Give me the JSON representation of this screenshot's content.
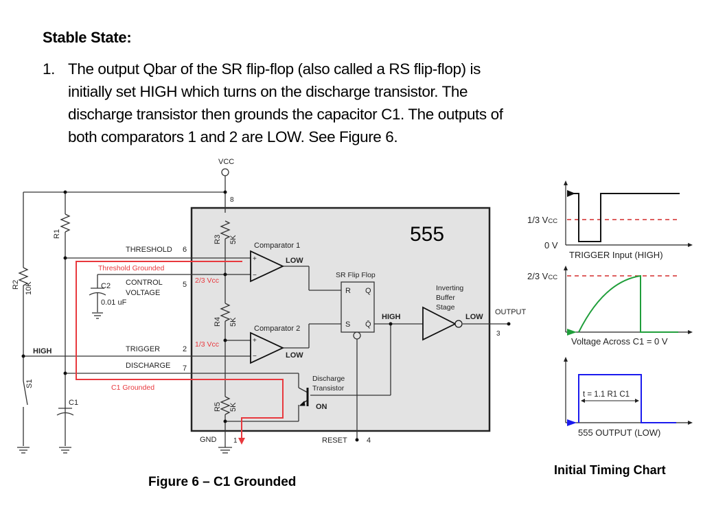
{
  "heading": "Stable State:",
  "item": {
    "number": "1.",
    "lines": [
      "The output Qbar of the SR flip-flop (also called a RS flip-flop) is",
      "initially set HIGH which turns on the discharge transistor. The",
      "discharge transistor then grounds the capacitor C1. The outputs of",
      "both comparators 1 and 2 are LOW. See Figure 6."
    ]
  },
  "figure": {
    "caption": "Figure 6 – C1 Grounded",
    "chip_label": "555",
    "vcc": "VCC",
    "gnd": "GND",
    "pins": {
      "p8": "8",
      "p6": "6",
      "p5": "5",
      "p2": "2",
      "p7": "7",
      "p1": "1",
      "p4": "4",
      "p3": "3"
    },
    "labels": {
      "threshold": "THRESHOLD",
      "control1": "CONTROL",
      "control2": "VOLTAGE",
      "trigger": "TRIGGER",
      "discharge": "DISCHARGE",
      "reset": "RESET",
      "output": "OUTPUT",
      "high_left": "HIGH",
      "comparator1": "Comparator 1",
      "comparator2": "Comparator 2",
      "comp1_state": "LOW",
      "comp2_state": "LOW",
      "sr": "SR Flip Flop",
      "sr_r": "R",
      "sr_q": "Q",
      "sr_s": "S",
      "sr_qbar": "Q̄",
      "qbar_state": "HIGH",
      "buffer1": "Inverting",
      "buffer2": "Buffer",
      "buffer3": "Stage",
      "out_state": "LOW",
      "dt1": "Discharge",
      "dt2": "Transistor",
      "dt_state": "ON",
      "plus": "+",
      "minus": "−"
    },
    "components": {
      "r1": "R1",
      "r2": "R2",
      "r2_val": "10K",
      "r3": "R3",
      "r3_val": "5K",
      "r4": "R4",
      "r4_val": "5K",
      "r5": "R5",
      "r5_val": "5K",
      "c1": "C1",
      "c2": "C2",
      "c2_val": "0.01 uF",
      "s1": "S1"
    },
    "annotations": {
      "threshold_grounded": "Threshold Grounded",
      "c1_grounded": "C1 Grounded",
      "two_thirds": "2/3 Vcc",
      "one_third": "1/3 Vcc"
    },
    "colors": {
      "wire": "#333333",
      "chip_fill": "#e3e3e3",
      "red": "#e8383d"
    }
  },
  "timing": {
    "title": "Initial Timing Chart",
    "trigger": {
      "caption": "TRIGGER Input (HIGH)",
      "level_label_prefix": "1/3 V",
      "level_label_sub": "CC",
      "zero": "0 V"
    },
    "c1": {
      "caption": "Voltage Across C1 = 0 V",
      "level_label_prefix": "2/3 V",
      "level_label_sub": "CC"
    },
    "output": {
      "caption": "555 OUTPUT (LOW)",
      "pulse_label": "t = 1.1 R1 C1"
    },
    "colors": {
      "trigger": "#000000",
      "c1": "#1f9e3a",
      "output": "#1a1aee",
      "threshold": "#d42a2a"
    }
  }
}
